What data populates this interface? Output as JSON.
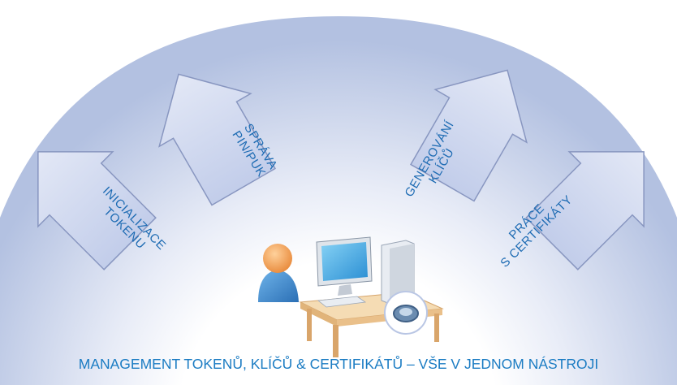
{
  "arrows": [
    {
      "id": "init",
      "line1": "INICIALIZACE",
      "line2": "TOKENU"
    },
    {
      "id": "pin",
      "line1": "SPRÁVA",
      "line2": "PIN/PUK"
    },
    {
      "id": "gen",
      "line1": "GENEROVÁNÍ",
      "line2": "KLÍČŮ"
    },
    {
      "id": "cert",
      "line1": "PRÁCE",
      "line2": "S CERTIFIKÁTY"
    }
  ],
  "caption": "MANAGEMENT TOKENŮ, KLÍČŮ & CERTIFIKÁTŮ – VŠE V JEDNOM NÁSTROJI",
  "colors": {
    "label_text": "#1d6bb3",
    "caption_text": "#1b7cc3",
    "dome_outer": "#b9c6e4",
    "dome_inner": "#ffffff",
    "arrow_fill": "#c9d3ee",
    "arrow_edge": "#7f8fb9",
    "person_head": "#f1a35c",
    "person_body": "#3f8fd4",
    "desk": "#f2d2a3",
    "monitor_screen": "#49b0e8",
    "computer_case": "#e4e8ee"
  },
  "icons": [
    "user-icon",
    "computer-icon",
    "desk-icon",
    "smartcard-reader-icon"
  ]
}
